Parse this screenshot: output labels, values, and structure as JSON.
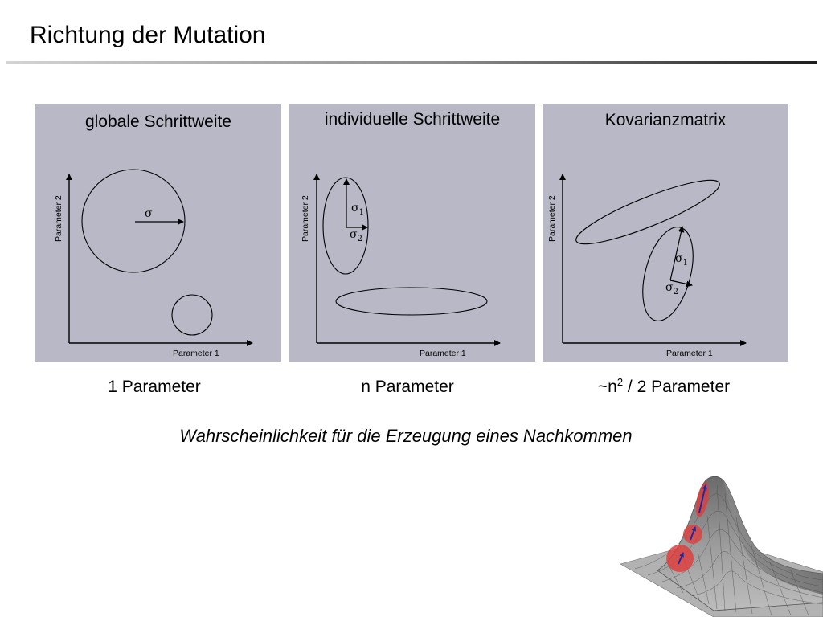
{
  "slide": {
    "title": "Richtung der Mutation",
    "subtitle": "Wahrscheinlichkeit für die Erzeugung eines Nachkommen"
  },
  "panels": [
    {
      "heading": "globale Schrittweite",
      "x_label": "Parameter 1",
      "y_label": "Parameter 2",
      "sigma": "σ",
      "caption": "1 Parameter"
    },
    {
      "heading": "individuelle Schrittweite",
      "x_label": "Parameter 1",
      "y_label": "Parameter 2",
      "sigma": "σ",
      "sigma_1_index": "1",
      "sigma_2_index": "2",
      "caption": "n Parameter"
    },
    {
      "heading": "Kovarianzmatrix",
      "x_label": "Parameter 1",
      "y_label": "Parameter 2",
      "sigma": "σ",
      "sigma_1_index": "1",
      "sigma_2_index": "2",
      "caption_prefix": "~n",
      "caption_exp": "2",
      "caption_suffix": " / 2 Parameter"
    }
  ],
  "colors": {
    "panel_bg": "#b8b8c6",
    "highlight_red": "#e23a3a",
    "arrow_blue": "#1f2a9e",
    "surface_gray": "#8f8f8f"
  },
  "icons": [
    "gaussian-surface-icon"
  ]
}
